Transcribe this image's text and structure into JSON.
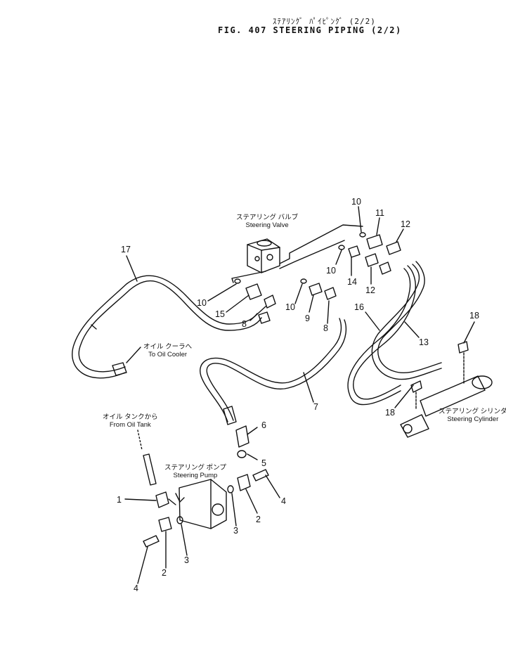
{
  "figure": {
    "title_jp": "ｽﾃｱﾘﾝｸﾞ ﾊﾟｲﾋﾟﾝｸﾞ (2/2)",
    "title_en": "FIG. 407  STEERING PIPING (2/2)"
  },
  "components": {
    "steering_valve": {
      "jp": "ステアリング バルブ",
      "en": "Steering Valve"
    },
    "to_oil_cooler": {
      "jp": "オイル クーラへ",
      "en": "To Oil Cooler"
    },
    "from_oil_tank": {
      "jp": "オイル タンクから",
      "en": "From Oil Tank"
    },
    "steering_pump": {
      "jp": "ステアリング ポンプ",
      "en": "Steering Pump"
    },
    "steering_cylinder": {
      "jp": "ステアリング シリンダ",
      "en": "Steering Cylinder"
    }
  },
  "callouts": [
    "1",
    "2",
    "2",
    "3",
    "3",
    "4",
    "4",
    "5",
    "6",
    "7",
    "8",
    "8",
    "9",
    "10",
    "10",
    "10",
    "10",
    "11",
    "12",
    "12",
    "13",
    "14",
    "15",
    "16",
    "17",
    "18",
    "18"
  ]
}
